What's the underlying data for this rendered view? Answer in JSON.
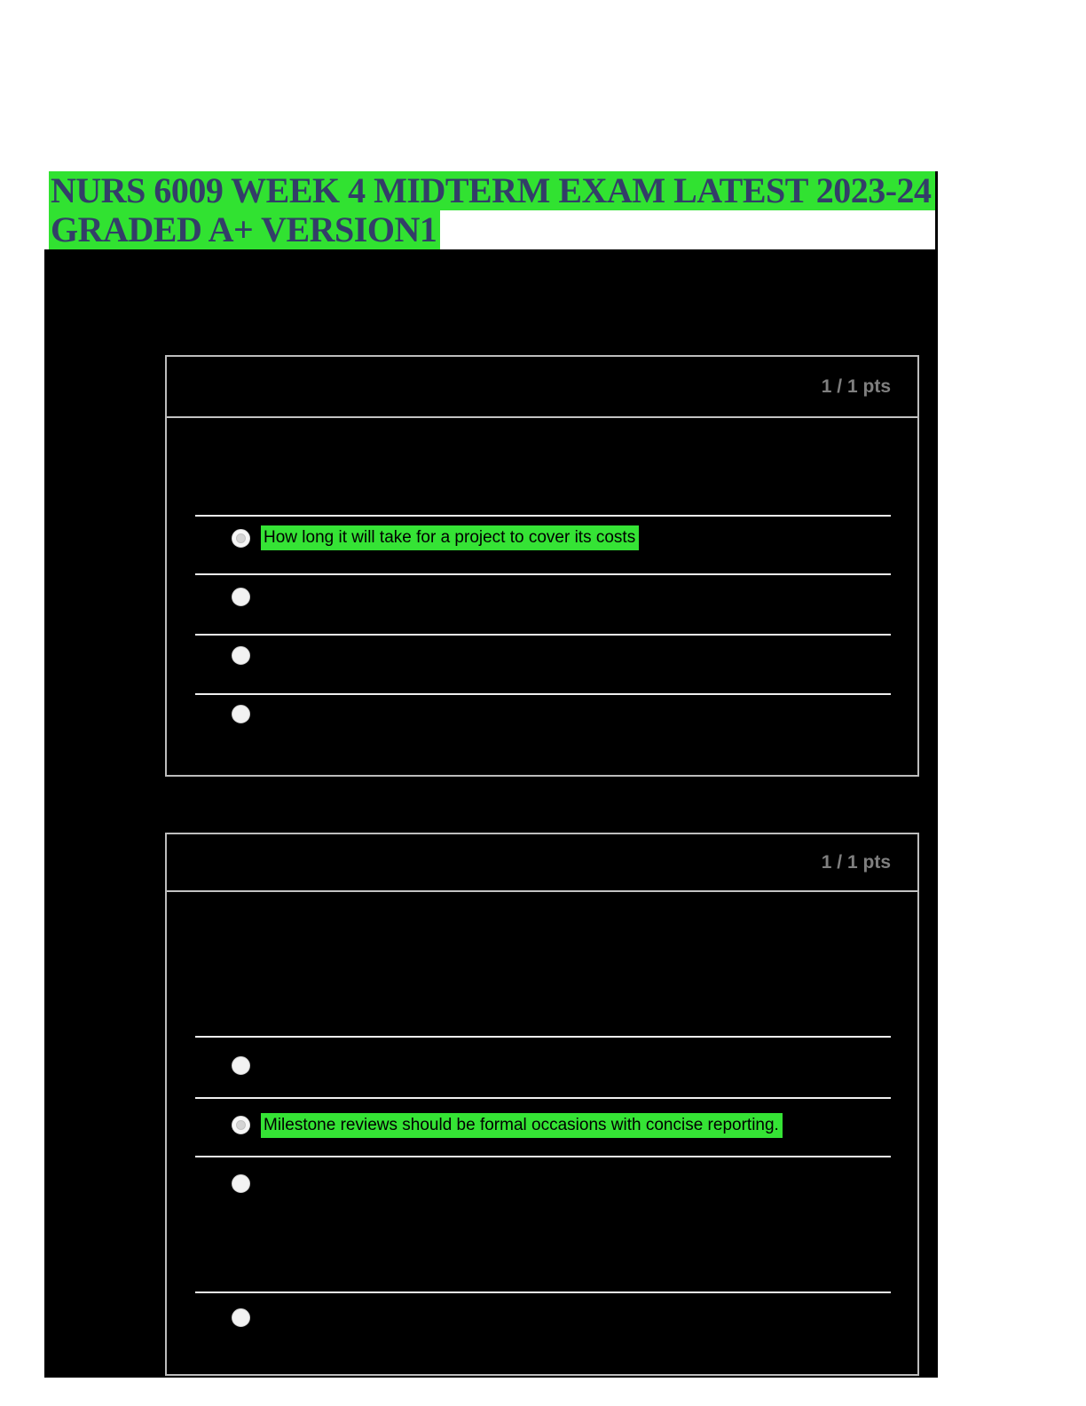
{
  "title": {
    "line1": "NURS 6009 WEEK 4 MIDTERM EXAM LATEST 2023-24",
    "line2": "GRADED A+ VERSION1"
  },
  "colors": {
    "highlight_green": "#35e335",
    "title_text_navy": "#333e68",
    "points_gray": "#7f7f7f",
    "card_border_gray": "#bdbdbd",
    "row_divider": "#efefef",
    "screenshot_background": "#000000"
  },
  "questions": [
    {
      "points_label": "1 / 1 pts",
      "answers": [
        {
          "selected": true,
          "highlighted": true,
          "text": "How long it will take for a project to cover its costs"
        },
        {
          "selected": false,
          "highlighted": false,
          "text": ""
        },
        {
          "selected": false,
          "highlighted": false,
          "text": ""
        },
        {
          "selected": false,
          "highlighted": false,
          "text": ""
        }
      ]
    },
    {
      "points_label": "1 / 1 pts",
      "answers": [
        {
          "selected": false,
          "highlighted": false,
          "text": ""
        },
        {
          "selected": true,
          "highlighted": true,
          "text": "Milestone reviews should be formal occasions with concise reporting."
        },
        {
          "selected": false,
          "highlighted": false,
          "text": ""
        },
        {
          "selected": false,
          "highlighted": false,
          "text": ""
        }
      ]
    }
  ]
}
